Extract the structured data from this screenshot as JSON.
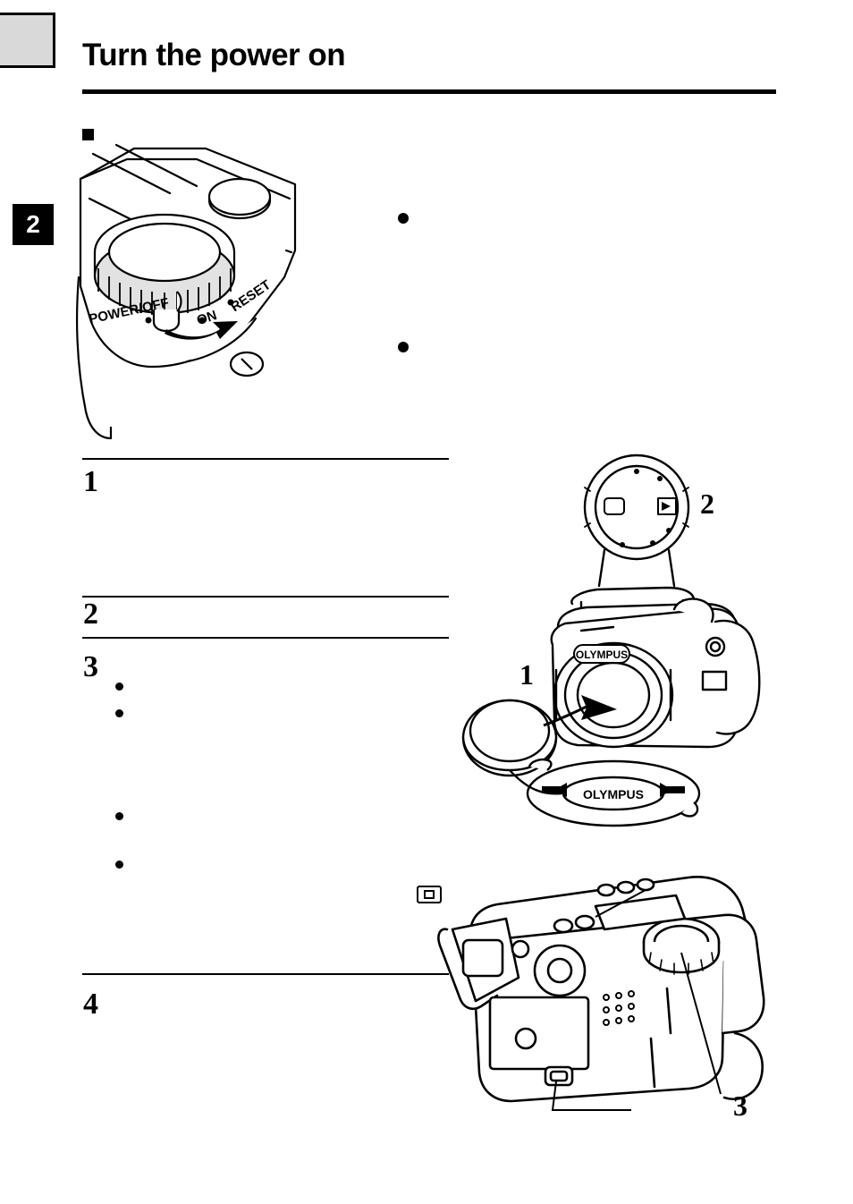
{
  "page": {
    "title": "Turn the power on",
    "chapter_number": "2"
  },
  "steps": [
    {
      "number": "1"
    },
    {
      "number": "2"
    },
    {
      "number": "3"
    },
    {
      "number": "4"
    }
  ],
  "figures": {
    "power_dial": {
      "labels": {
        "power_off": "POWER/OFF",
        "on": "ON",
        "reset": "RESET"
      }
    },
    "camera_front": {
      "brand": "OLYMPUS",
      "lens_cap_brand": "OLYMPUS",
      "callouts": [
        {
          "number": "1"
        },
        {
          "number": "2"
        }
      ]
    },
    "camera_back": {
      "callouts": [
        {
          "number": "3"
        }
      ]
    }
  },
  "icons": {
    "monitor": "monitor-icon",
    "card": "card-icon",
    "playback": "playback-icon"
  }
}
